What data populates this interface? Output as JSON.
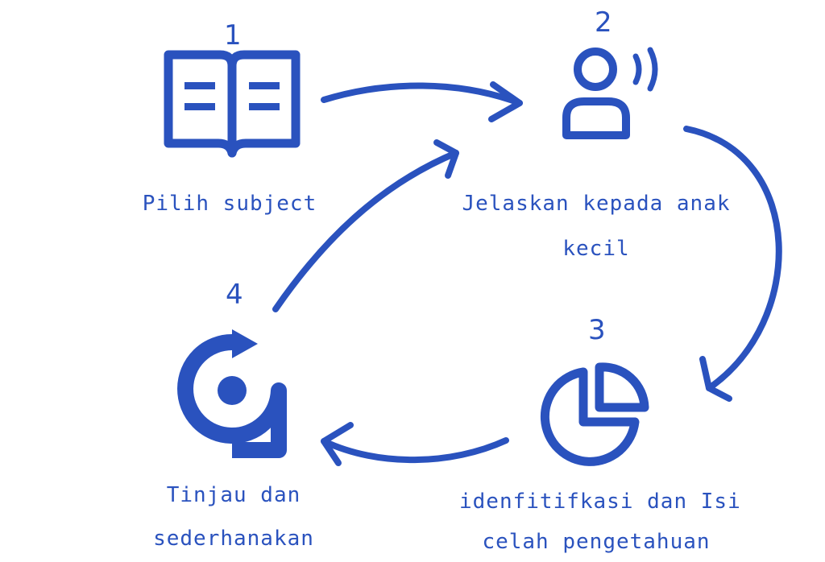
{
  "accent_color": "#2a52be",
  "steps": [
    {
      "number": "1",
      "label": "Pilih subject",
      "icon": "open-book-icon"
    },
    {
      "number": "2",
      "label_line1": "Jelaskan kepada anak",
      "label_line2": "kecil",
      "icon": "person-speaking-icon"
    },
    {
      "number": "3",
      "label_line1": "idenfitifkasi dan Isi",
      "label_line2": "celah pengetahuan",
      "icon": "pie-chart-icon"
    },
    {
      "number": "4",
      "label_line1": "Tinjau dan",
      "label_line2": "sederhanakan",
      "icon": "review-cycle-icon"
    }
  ]
}
